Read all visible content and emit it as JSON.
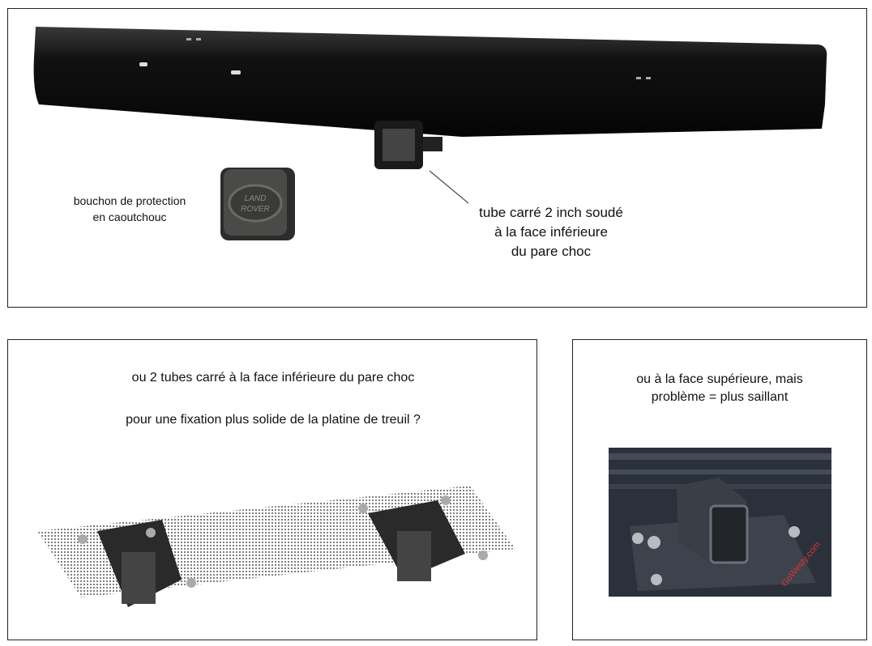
{
  "top_panel": {
    "cap_label": "bouchon de protection\nen caoutchouc",
    "cap_logo": "LAND ROVER",
    "tube_label": "tube carré 2 inch soudé\nà la face inférieure\ndu pare choc"
  },
  "bottom_left_panel": {
    "line1": "ou 2 tubes carré à la face inférieure du pare choc",
    "line2": "pour une fixation plus solide de la platine de treuil ?"
  },
  "bottom_right_panel": {
    "text": "ou à la face supérieure, mais\nproblème = plus saillant",
    "photo_watermark": "GoWesty.com"
  },
  "colors": {
    "border": "#222222",
    "bumper": "#141414",
    "photo_bg": "#2b313b"
  }
}
